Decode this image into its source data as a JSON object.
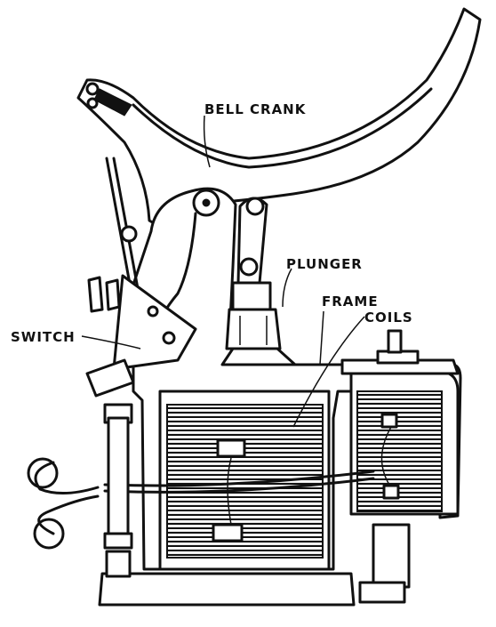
{
  "labels": {
    "bell_crank": "BELL CRANK",
    "plunger": "PLUNGER",
    "frame": "FRAME",
    "coils": "COILS",
    "switch": "SWITCH"
  },
  "colors": {
    "ink": "#111111",
    "paper": "#ffffff"
  }
}
